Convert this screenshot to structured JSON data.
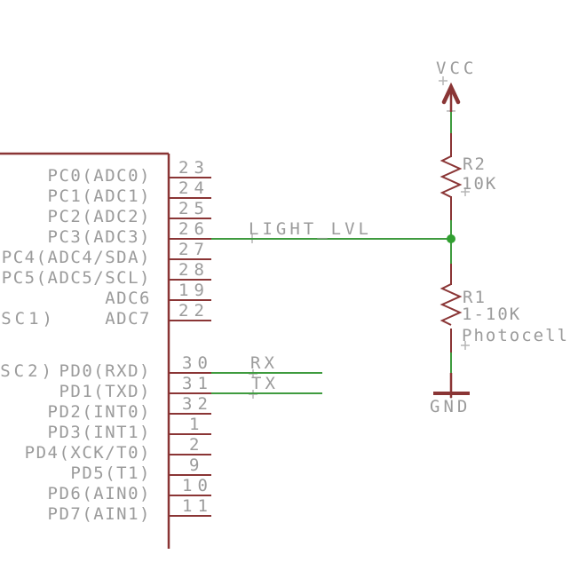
{
  "colors": {
    "symbol_red": "#8a3535",
    "net_green": "#3f9b3f",
    "label_gray": "#9b9b9b",
    "marker_gray": "#b6b6b6"
  },
  "ic": {
    "rows_top": [
      {
        "number": "23",
        "label": "PC0(ADC0)"
      },
      {
        "number": "24",
        "label": "PC1(ADC1)"
      },
      {
        "number": "25",
        "label": "PC2(ADC2)"
      },
      {
        "number": "26",
        "label": "PC3(ADC3)"
      },
      {
        "number": "27",
        "label": "PC4(ADC4/SDA)"
      },
      {
        "number": "28",
        "label": "PC5(ADC5/SCL)"
      },
      {
        "number": "19",
        "label": "ADC6"
      },
      {
        "number": "22",
        "label": "ADC7"
      }
    ],
    "rows_bottom": [
      {
        "number": "30",
        "label": "PD0(RXD)"
      },
      {
        "number": "31",
        "label": "PD1(TXD)"
      },
      {
        "number": "32",
        "label": "PD2(INT0)"
      },
      {
        "number": "1",
        "label": "PD3(INT1)"
      },
      {
        "number": "2",
        "label": "PD4(XCK/T0)"
      },
      {
        "number": "9",
        "label": "PD5(T1)"
      },
      {
        "number": "10",
        "label": "PD6(AIN0)"
      },
      {
        "number": "11",
        "label": "PD7(AIN1)"
      }
    ],
    "clipped_left_labels": [
      {
        "label": "SC1)"
      },
      {
        "label": "SC2)"
      }
    ]
  },
  "nets": {
    "light_lvl": "LIGHT_LVL",
    "rx": "RX",
    "tx": "TX"
  },
  "power": {
    "vcc": "VCC",
    "gnd": "GND"
  },
  "components": {
    "r2": {
      "name": "R2",
      "value": "10K"
    },
    "r1": {
      "name": "R1",
      "value": "1-10K",
      "value2": "Photocell"
    }
  }
}
